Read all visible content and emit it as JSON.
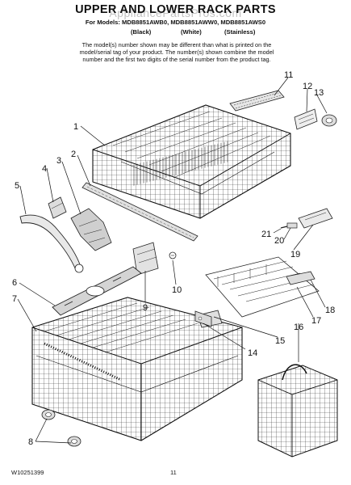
{
  "header": {
    "title": "UPPER AND LOWER RACK PARTS",
    "watermark": "AppliancePartsPros.com",
    "models_line": "For Models: MDB8851AWB0, MDB8851AWW0, MDB8851AWS0",
    "finish_black": "(Black)",
    "finish_white": "(White)",
    "finish_stainless": "(Stainless)",
    "note_line1": "The model(s) number shown may be different than what is printed on the",
    "note_line2": "model/serial tag of your product. The number(s) shown combine the model",
    "note_line3": "number and the first two digits of the serial number from the product tag."
  },
  "callouts": [
    "1",
    "2",
    "3",
    "4",
    "5",
    "6",
    "7",
    "8",
    "9",
    "10",
    "11",
    "12",
    "13",
    "14",
    "15",
    "16",
    "17",
    "18",
    "19",
    "20",
    "21"
  ],
  "footer": {
    "doc_number": "W10251399",
    "page_number": "11"
  }
}
